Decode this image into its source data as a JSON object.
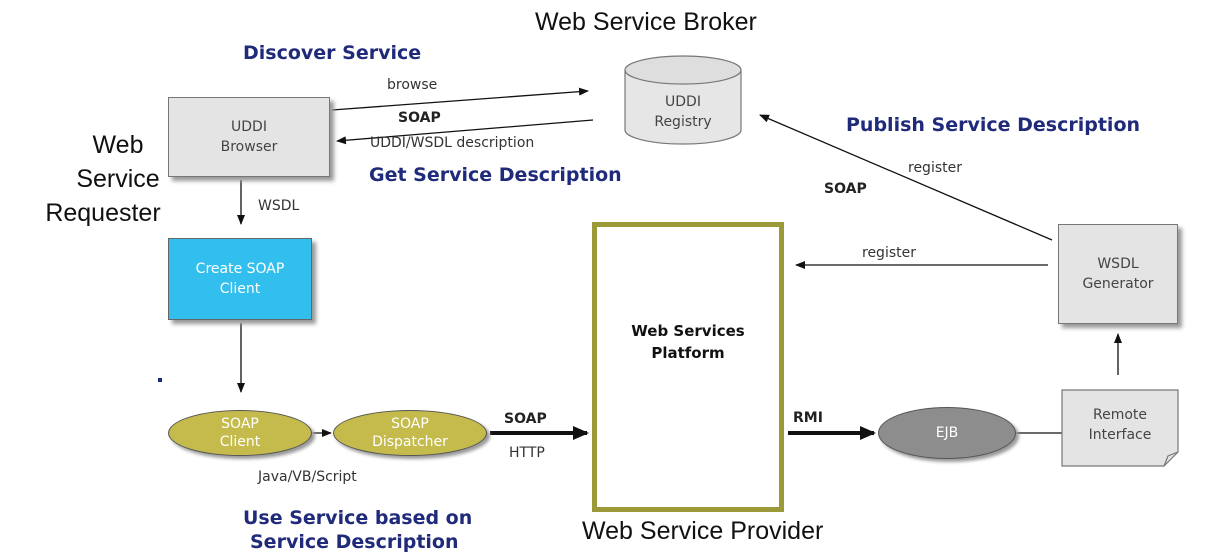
{
  "titles": {
    "broker": "Web Service Broker",
    "requester": [
      "Web",
      "Service",
      "Requester"
    ],
    "provider": "Web Service Provider"
  },
  "steps": {
    "discover": "Discover Service",
    "get_description": "Get Service Description",
    "publish": "Publish Service Description",
    "use_line1": "Use Service based on",
    "use_line2": "Service Description"
  },
  "nodes": {
    "uddi_browser": [
      "UDDI",
      "Browser"
    ],
    "uddi_registry": [
      "UDDI",
      "Registry"
    ],
    "create_soap_client": [
      "Create SOAP",
      "Client"
    ],
    "soap_client": [
      "SOAP",
      "Client"
    ],
    "soap_dispatcher": [
      "SOAP",
      "Dispatcher"
    ],
    "platform": [
      "Web Services",
      "Platform"
    ],
    "ejb": "EJB",
    "wsdl_generator": [
      "WSDL",
      "Generator"
    ],
    "remote_interface": [
      "Remote",
      "Interface"
    ]
  },
  "labels": {
    "browse": "browse",
    "soap_upper": "SOAP",
    "uddi_wsdl_description": "UDDI/WSDL description",
    "wsdl": "WSDL",
    "register_upper": "register",
    "soap_register": "SOAP",
    "register_lower": "register",
    "soap_http": "SOAP",
    "http": "HTTP",
    "rmi": "RMI",
    "languages": "Java/VB/Script"
  },
  "colors": {
    "step_blue": "#1f2a7a",
    "client_box": "#33bfee",
    "soap_ellipse": "#c5bb4c",
    "platform_border": "#9c9a38",
    "ejb_ellipse": "#8d8d8d"
  }
}
